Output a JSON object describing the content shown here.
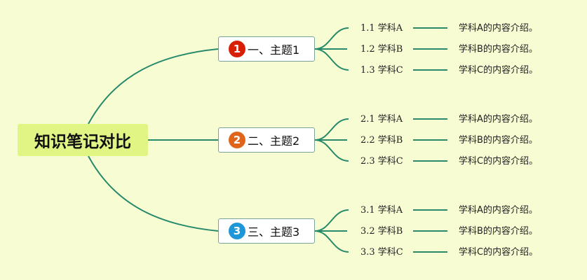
{
  "central": {
    "label": "知识笔记对比"
  },
  "topics": [
    {
      "badge": "1",
      "badge_color": "#d81e06",
      "label": "一、主题1",
      "subtopics": [
        {
          "label": "1.1 学科A",
          "desc": "学科A的内容介绍。"
        },
        {
          "label": "1.2 学科B",
          "desc": "学科B的内容介绍。"
        },
        {
          "label": "1.3 学科C",
          "desc": "学科C的内容介绍。"
        }
      ]
    },
    {
      "badge": "2",
      "badge_color": "#e0651b",
      "label": "二、主题2",
      "subtopics": [
        {
          "label": "2.1 学科A",
          "desc": "学科A的内容介绍。"
        },
        {
          "label": "2.2 学科B",
          "desc": "学科B的内容介绍。"
        },
        {
          "label": "2.3 学科C",
          "desc": "学科C的内容介绍。"
        }
      ]
    },
    {
      "badge": "3",
      "badge_color": "#1e96d8",
      "label": "三、主题3",
      "subtopics": [
        {
          "label": "3.1 学科A",
          "desc": "学科A的内容介绍。"
        },
        {
          "label": "3.2 学科B",
          "desc": "学科B的内容介绍。"
        },
        {
          "label": "3.3 学科C",
          "desc": "学科C的内容介绍。"
        }
      ]
    }
  ],
  "colors": {
    "background": "#f8fcd2",
    "connector": "#268a6b",
    "central_fill": "#e1f584"
  }
}
